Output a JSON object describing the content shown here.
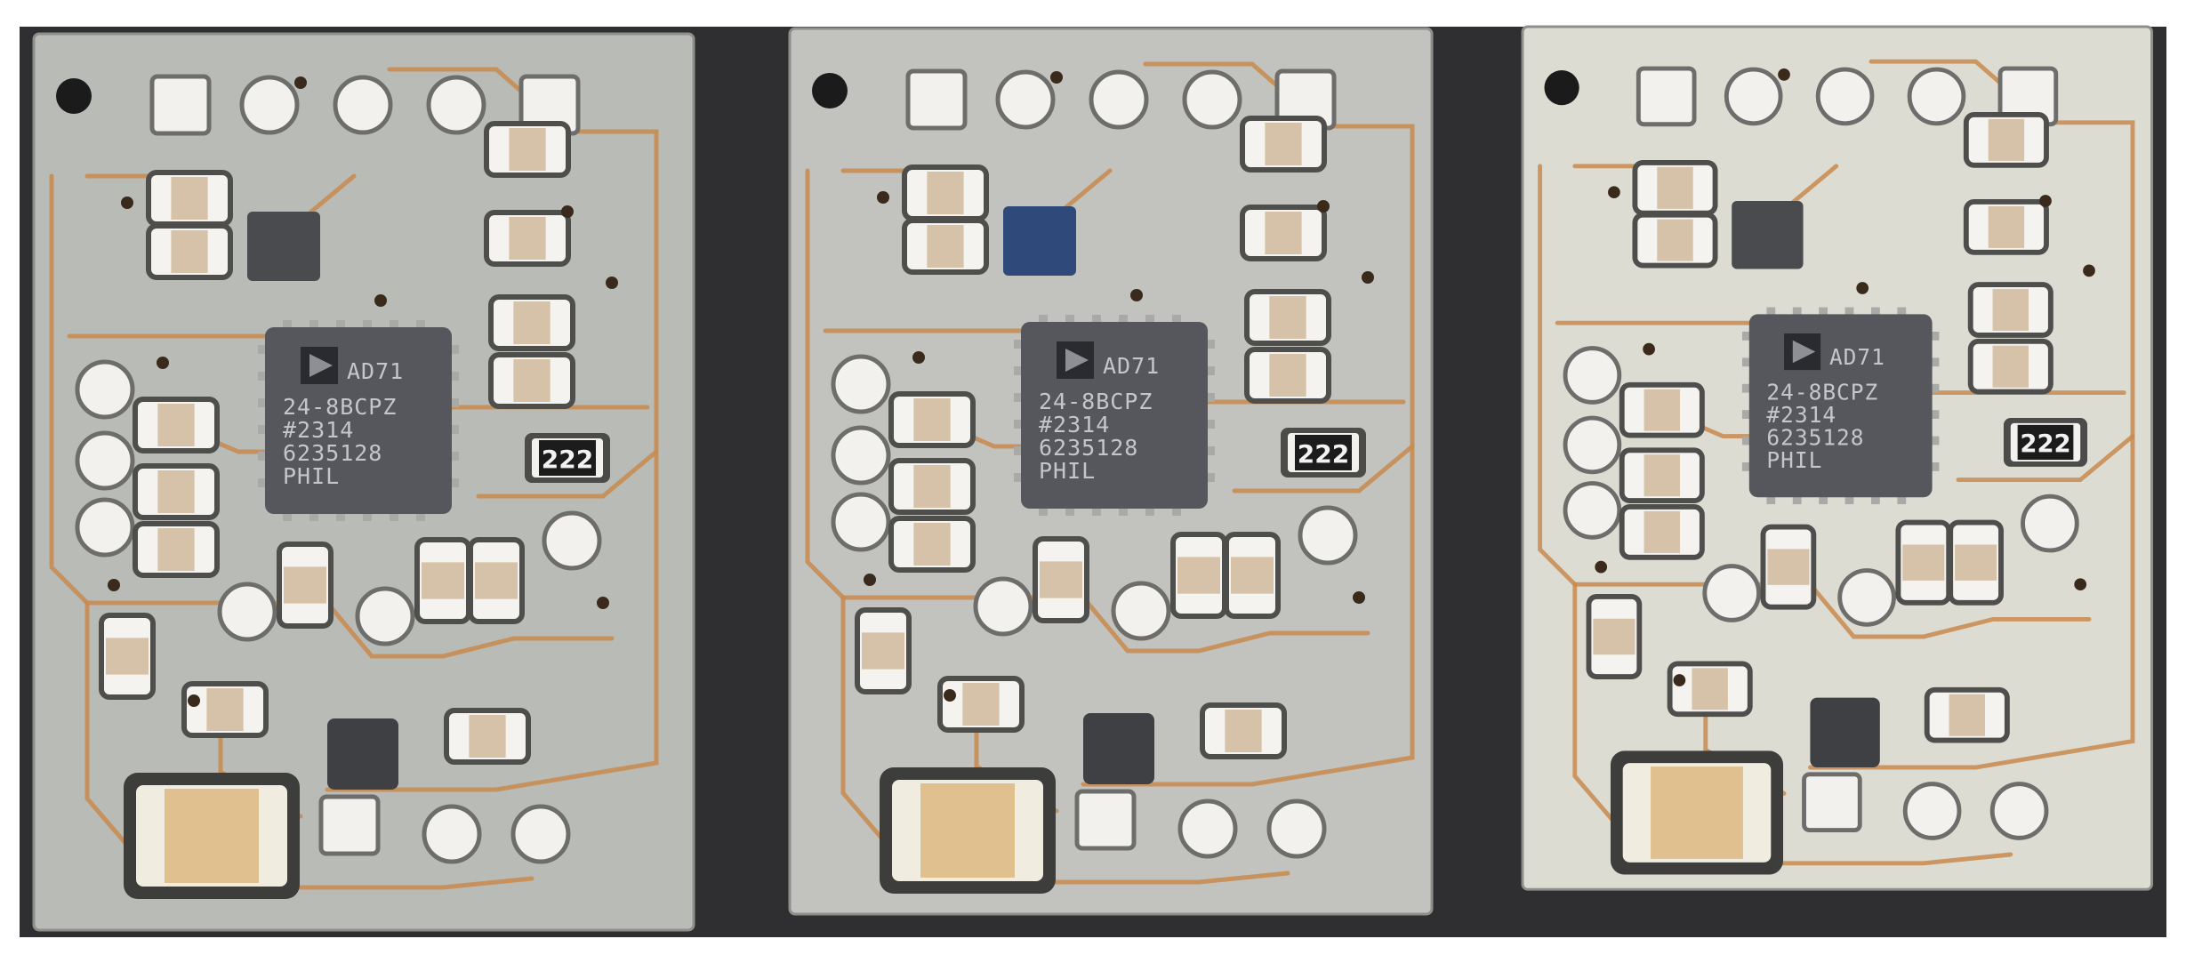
{
  "photo": {
    "description_free": true,
    "boards_count": 3,
    "colors": {
      "background": "#2f2f31",
      "solder_mask": [
        "#b9bbb6",
        "#c2c3be",
        "#dcdcd2"
      ],
      "trace": "#c88a4e",
      "pad": "#f2f1ee",
      "chip": "#55575c",
      "capacitor_body": "#d6c2a8",
      "capacitor_cap": "#f4f3ef",
      "small_chip_blue": "#2f4a7a",
      "resistor_body": "#1c1c1c"
    }
  },
  "boards": [
    {
      "id": "board-1",
      "main_ic": {
        "lines": [
          "AD71",
          "24-8BCPZ",
          "#2314",
          "6235128",
          "PHIL"
        ]
      },
      "resistor_marking": "222"
    },
    {
      "id": "board-2",
      "main_ic": {
        "lines": [
          "AD71",
          "24-8BCPZ",
          "#2314",
          "6235128",
          "PHIL"
        ]
      },
      "resistor_marking": "222"
    },
    {
      "id": "board-3",
      "main_ic": {
        "lines": [
          "AD71",
          "24-8BCPZ",
          "#2314",
          "6235128",
          "PHIL"
        ]
      },
      "resistor_marking": "222"
    }
  ]
}
